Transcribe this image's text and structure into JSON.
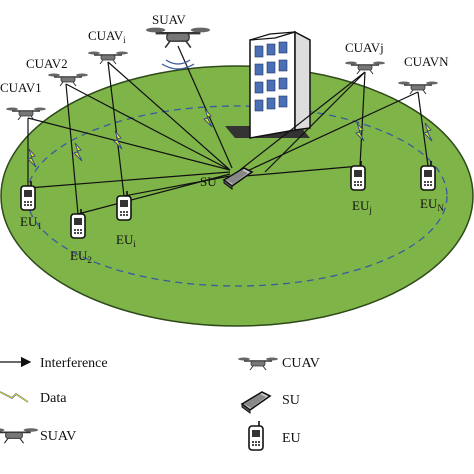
{
  "nodes": {
    "suav": "SUAV",
    "cuav_i": {
      "base": "CUAV",
      "sub": "i"
    },
    "cuav2": "CUAV2",
    "cuav1": "CUAV1",
    "cuav_j": "CUAVj",
    "cuav_n": "CUAVN",
    "su": "SU",
    "eu1": {
      "base": "EU",
      "sub": "1"
    },
    "eu2": {
      "base": "EU",
      "sub": "2"
    },
    "eu_i": {
      "base": "EU",
      "sub": "i"
    },
    "eu_j": {
      "base": "EU",
      "sub": "j"
    },
    "eu_n": {
      "base": "EU",
      "sub": "N"
    }
  },
  "legend": {
    "interference": "Interference",
    "data": "Data",
    "suav": "SUAV",
    "cuav": "CUAV",
    "su": "SU",
    "eu": "EU"
  },
  "colors": {
    "ground": "#7fb449",
    "ground_edge": "#2f4a1a",
    "dashed_ring": "#3a5aa0",
    "lightning": "#f4e21a",
    "building": "#ffffff",
    "window": "#4a6fb5"
  }
}
